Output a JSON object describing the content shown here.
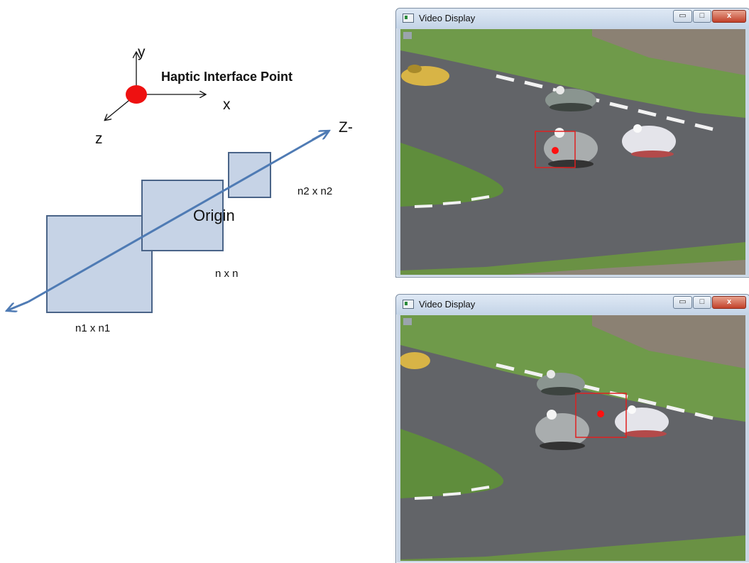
{
  "diagram": {
    "axis_y": "y",
    "axis_x": "x",
    "axis_z": "z",
    "point_label": "Haptic Interface Point",
    "z_axis_label": "Z-",
    "origin_label": "Origin",
    "size_n2": "n2 x n2",
    "size_n": "n x n",
    "size_n1": "n1 x n1"
  },
  "windows": [
    {
      "title": "Video Display",
      "controls": {
        "minimize": "▭",
        "maximize": "□",
        "close": "x"
      }
    },
    {
      "title": "Video Display",
      "controls": {
        "minimize": "▭",
        "maximize": "□",
        "close": "x"
      }
    }
  ],
  "colors": {
    "haptic_point": "#ee1111",
    "axis_blue": "#4f7bb4",
    "box_fill": "#c6d3e6",
    "box_stroke": "#4a6488",
    "tracking_box": "#e02020"
  }
}
